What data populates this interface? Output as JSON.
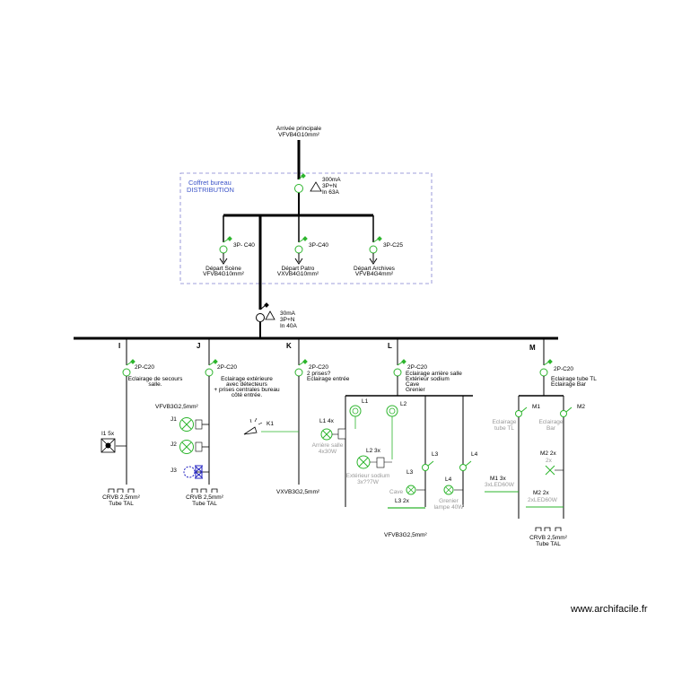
{
  "main_supply": {
    "title": "Arrivée principale",
    "cable": "VFVB4G10mm²"
  },
  "cabinet": {
    "title": "Coffret bureau",
    "subtitle": "DISTRIBUTION"
  },
  "main_breaker": {
    "line1": "300mA",
    "line2": "3P+N",
    "line3": "In 63A"
  },
  "departures": [
    {
      "rating": "3P- C40",
      "label": "Départ Scène",
      "cable": "VFVB4G10mm²"
    },
    {
      "rating": "3P-C40",
      "label": "Départ Patro",
      "cable": "VXVB4G10mm²"
    },
    {
      "rating": "3P-C25",
      "label": "Départ Archives",
      "cable": "VFVB4G4mm²"
    }
  ],
  "secondary_breaker": {
    "line1": "30mA",
    "line2": "3P+N",
    "line3": "In 40A"
  },
  "circuits": {
    "I": {
      "letter": "I",
      "rating": "2P-C20",
      "desc1": "Eclairage de secours",
      "desc2": "salle.",
      "load": "I1 5x",
      "cable": "CRVB 2,5mm²",
      "cable2": "Tube TAL"
    },
    "J": {
      "letter": "J",
      "rating": "2P-C20",
      "desc1": "Eclairage extérieure",
      "desc2": "avec détecteurs",
      "desc3": "+ prises centrales bureau",
      "desc4": "côté entrée.",
      "cable_top": "VFVB3G2,5mm²",
      "j1": "J1",
      "j2": "J2",
      "j3": "J3",
      "cable": "CRVB 2,5mm²",
      "cable2": "Tube TAL"
    },
    "K": {
      "letter": "K",
      "rating": "2P-C20",
      "desc1": "2 prises?",
      "desc2": "Eclairage entrée",
      "k1": "K1",
      "cable": "VXVB3G2,5mm²"
    },
    "L": {
      "letter": "L",
      "rating": "2P-C20",
      "desc1": "Eclairage arrière salle",
      "desc2": "Extérieur sodium",
      "desc3": "Cave",
      "desc4": "Grenier",
      "l1": "L1",
      "l2": "L2",
      "l1b": "L1 4x",
      "l1c": "Arrière salle",
      "l1d": "4x30W",
      "l2b": "L2 3x",
      "l2c": "Extérieur sodium",
      "l2d": "3x??7W",
      "l3": "L3",
      "l3b": "Cave",
      "l3c": "L3 2x",
      "l4": "L4",
      "l4b": "L4",
      "l4c": "Grenier",
      "l4d": "lampe 40W",
      "cable": "VFVB3G2,5mm²"
    },
    "M": {
      "letter": "M",
      "rating": "2P-C20",
      "desc1": "Eclairage tube TL",
      "desc2": "Eclairage Bar",
      "m1": "M1",
      "m2": "M2",
      "m1b": "Eclairage",
      "m1c": "tube TL",
      "m2b": "Eclairage",
      "m2c": "Bar",
      "m2d": "M2 2x",
      "m2e": "2x",
      "m1d": "M1 3x",
      "m1e": "3xLED60W",
      "m2f": "M2 2x",
      "m2g": "2xLED60W",
      "cable": "CRVB 2,5mm²",
      "cable2": "Tube TAL"
    }
  },
  "watermark": "www.archifacile.fr",
  "colors": {
    "breaker_green": "#2db52d",
    "dashed_border": "#8080d0",
    "line": "#000000",
    "gray": "#999999",
    "blue_text": "#3d55c8",
    "detector_blue": "#2020c0"
  }
}
